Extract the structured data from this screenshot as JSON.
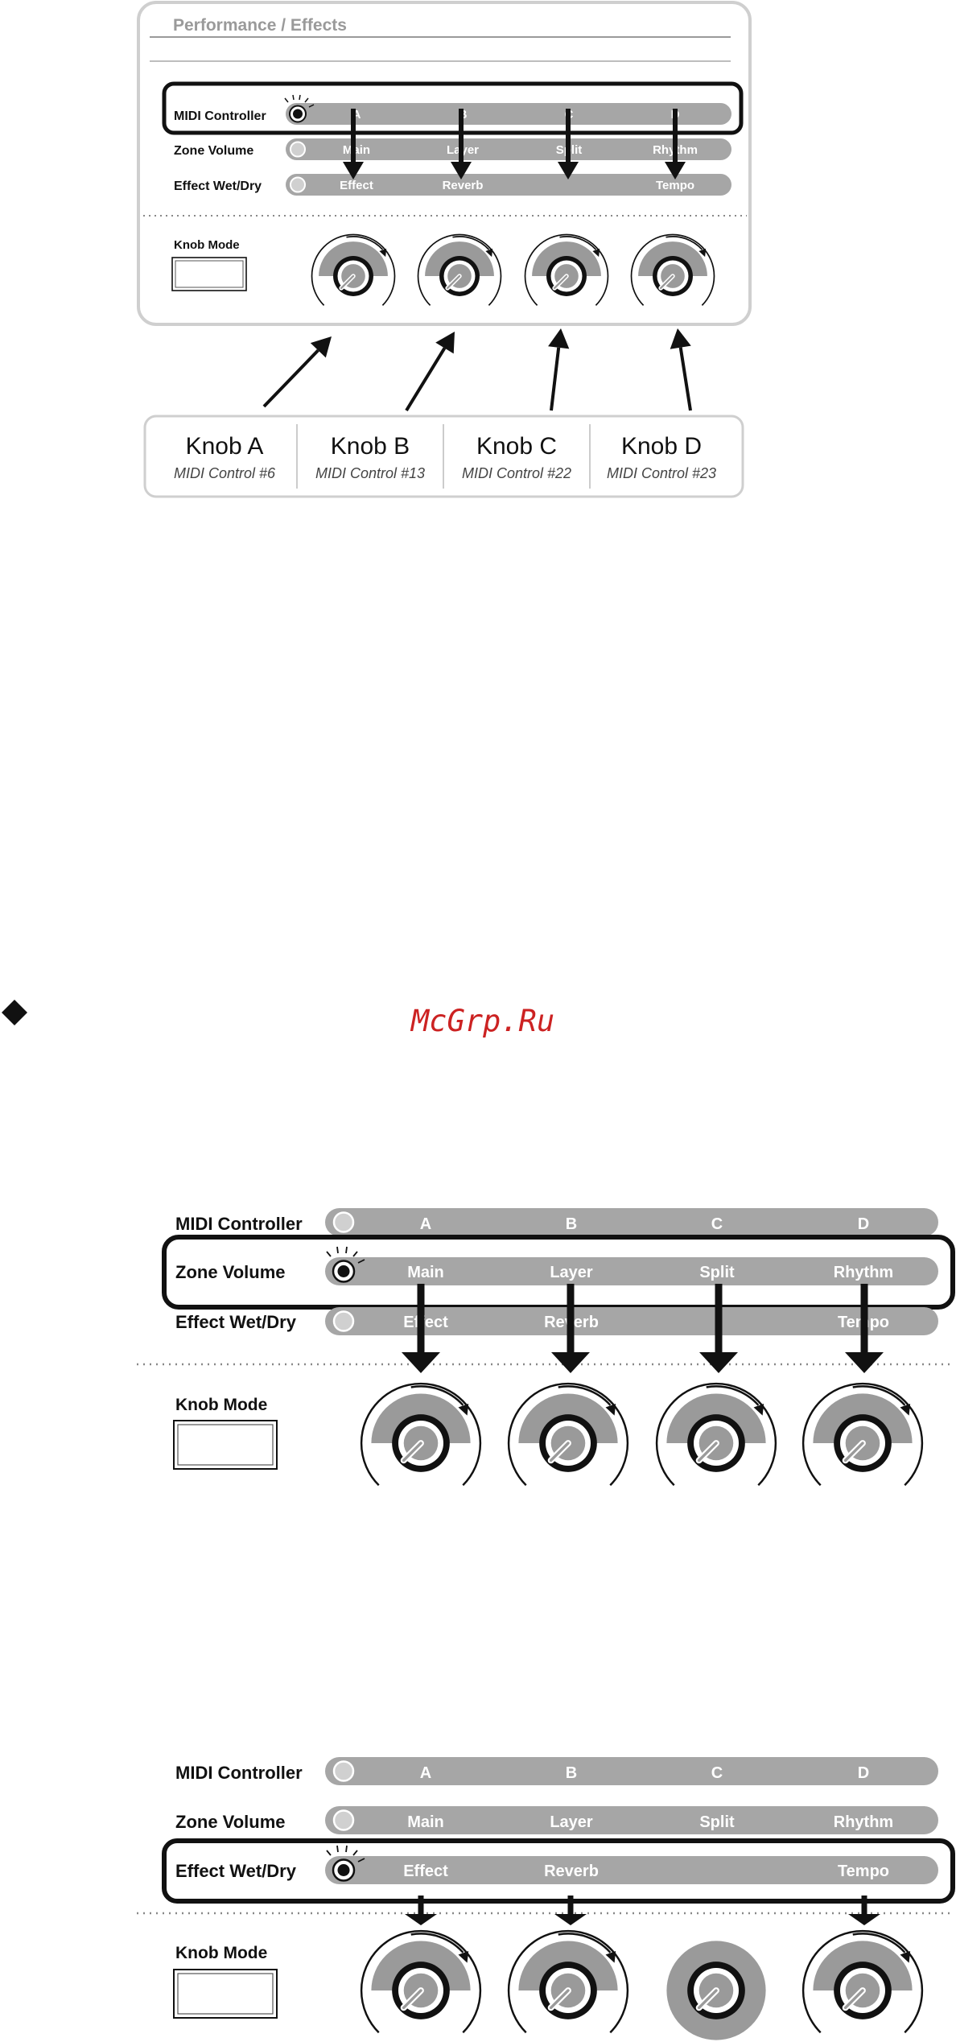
{
  "colors": {
    "bar_fill": "#a6a6a6",
    "knob_gray": "#9a9a9a",
    "outline": "#111111",
    "panel_border": "#cfcfcf",
    "watermark": "#cc2222"
  },
  "panel": {
    "title": "Performance / Effects"
  },
  "rows": {
    "midi_controller": {
      "label": "MIDI Controller",
      "items": [
        "A",
        "B",
        "C",
        "D"
      ]
    },
    "zone_volume": {
      "label": "Zone Volume",
      "items": [
        "Main",
        "Layer",
        "Split",
        "Rhythm"
      ]
    },
    "effect_wet_dry": {
      "label": "Effect Wet/Dry",
      "items": [
        "Effect",
        "Reverb",
        "",
        "Tempo"
      ]
    }
  },
  "knob_mode": {
    "label": "Knob Mode"
  },
  "callout": {
    "knobs": [
      {
        "name": "Knob A",
        "control": "MIDI Control #6"
      },
      {
        "name": "Knob B",
        "control": "MIDI Control #13"
      },
      {
        "name": "Knob C",
        "control": "MIDI Control #22"
      },
      {
        "name": "Knob D",
        "control": "MIDI Control #23"
      }
    ]
  },
  "watermark": {
    "text": "McGrp.Ru"
  },
  "icons": [
    "led-indicator-icon",
    "diamond-bullet-icon",
    "arrow-icon"
  ]
}
